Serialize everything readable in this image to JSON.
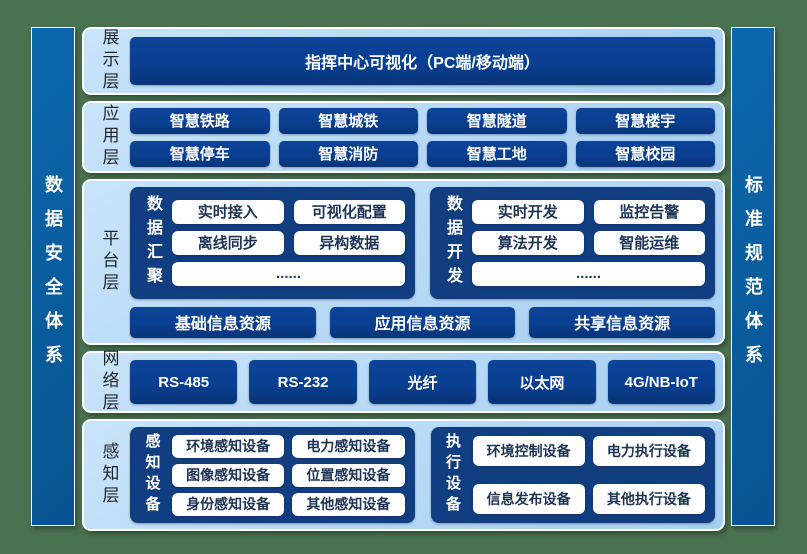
{
  "colors": {
    "bg-green": "#4a7150",
    "panel-light": "#c9e4fa",
    "panel-blue": "#a6cff0",
    "navy": "#0a3f91",
    "group-navy": "#113e80",
    "bar-blue": "#0c68ae",
    "bar-blue-dark": "#07538f"
  },
  "left_bar": {
    "label": "数据安全体系"
  },
  "right_bar": {
    "label": "标准规范体系"
  },
  "layers": {
    "display": {
      "label": "展示层",
      "title": "指挥中心可视化（PC端/移动端）"
    },
    "application": {
      "label": "应用层",
      "items": [
        "智慧铁路",
        "智慧城铁",
        "智慧隧道",
        "智慧楼宇",
        "智慧停车",
        "智慧消防",
        "智慧工地",
        "智慧校园"
      ]
    },
    "platform": {
      "label": "平台层",
      "groups": [
        {
          "label": "数据汇聚",
          "items": [
            "实时接入",
            "可视化配置",
            "离线同步",
            "异构数据"
          ],
          "more": "......"
        },
        {
          "label": "数据开发",
          "items": [
            "实时开发",
            "监控告警",
            "算法开发",
            "智能运维"
          ],
          "more": "......"
        }
      ],
      "resources": [
        "基础信息资源",
        "应用信息资源",
        "共享信息资源"
      ]
    },
    "network": {
      "label": "网络层",
      "items": [
        "RS-485",
        "RS-232",
        "光纤",
        "以太网",
        "4G/NB-IoT"
      ]
    },
    "perception": {
      "label": "感知层",
      "groups": [
        {
          "label": "感知设备",
          "items": [
            "环境感知设备",
            "电力感知设备",
            "图像感知设备",
            "位置感知设备",
            "身份感知设备",
            "其他感知设备"
          ]
        },
        {
          "label": "执行设备",
          "items": [
            "环境控制设备",
            "电力执行设备",
            "信息发布设备",
            "其他执行设备"
          ]
        }
      ]
    }
  }
}
